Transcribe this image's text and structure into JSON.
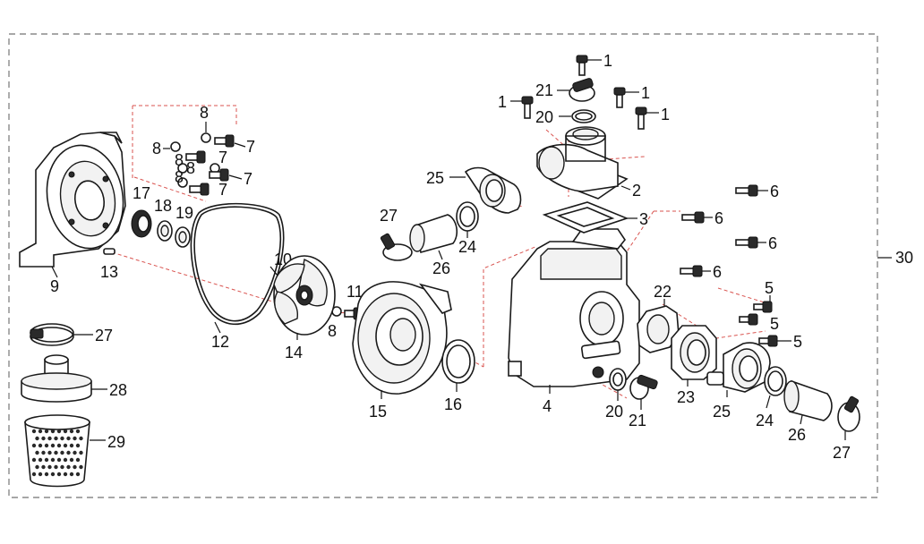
{
  "callouts": {
    "c1": "1",
    "c2": "2",
    "c3": "3",
    "c4": "4",
    "c5": "5",
    "c6": "6",
    "c7": "7",
    "c8": "8",
    "c9": "9",
    "c10": "10",
    "c11": "11",
    "c12": "12",
    "c13": "13",
    "c14": "14",
    "c15": "15",
    "c16": "16",
    "c17": "17",
    "c18": "18",
    "c19": "19",
    "c20": "20",
    "c21": "21",
    "c22": "22",
    "c23": "23",
    "c24": "24",
    "c25": "25",
    "c26": "26",
    "c27": "27",
    "c28": "28",
    "c29": "29",
    "c30": "30"
  },
  "colors": {
    "leader": "#111111",
    "dashed_center": "#d9534f",
    "frame": "#8a8a8a"
  }
}
